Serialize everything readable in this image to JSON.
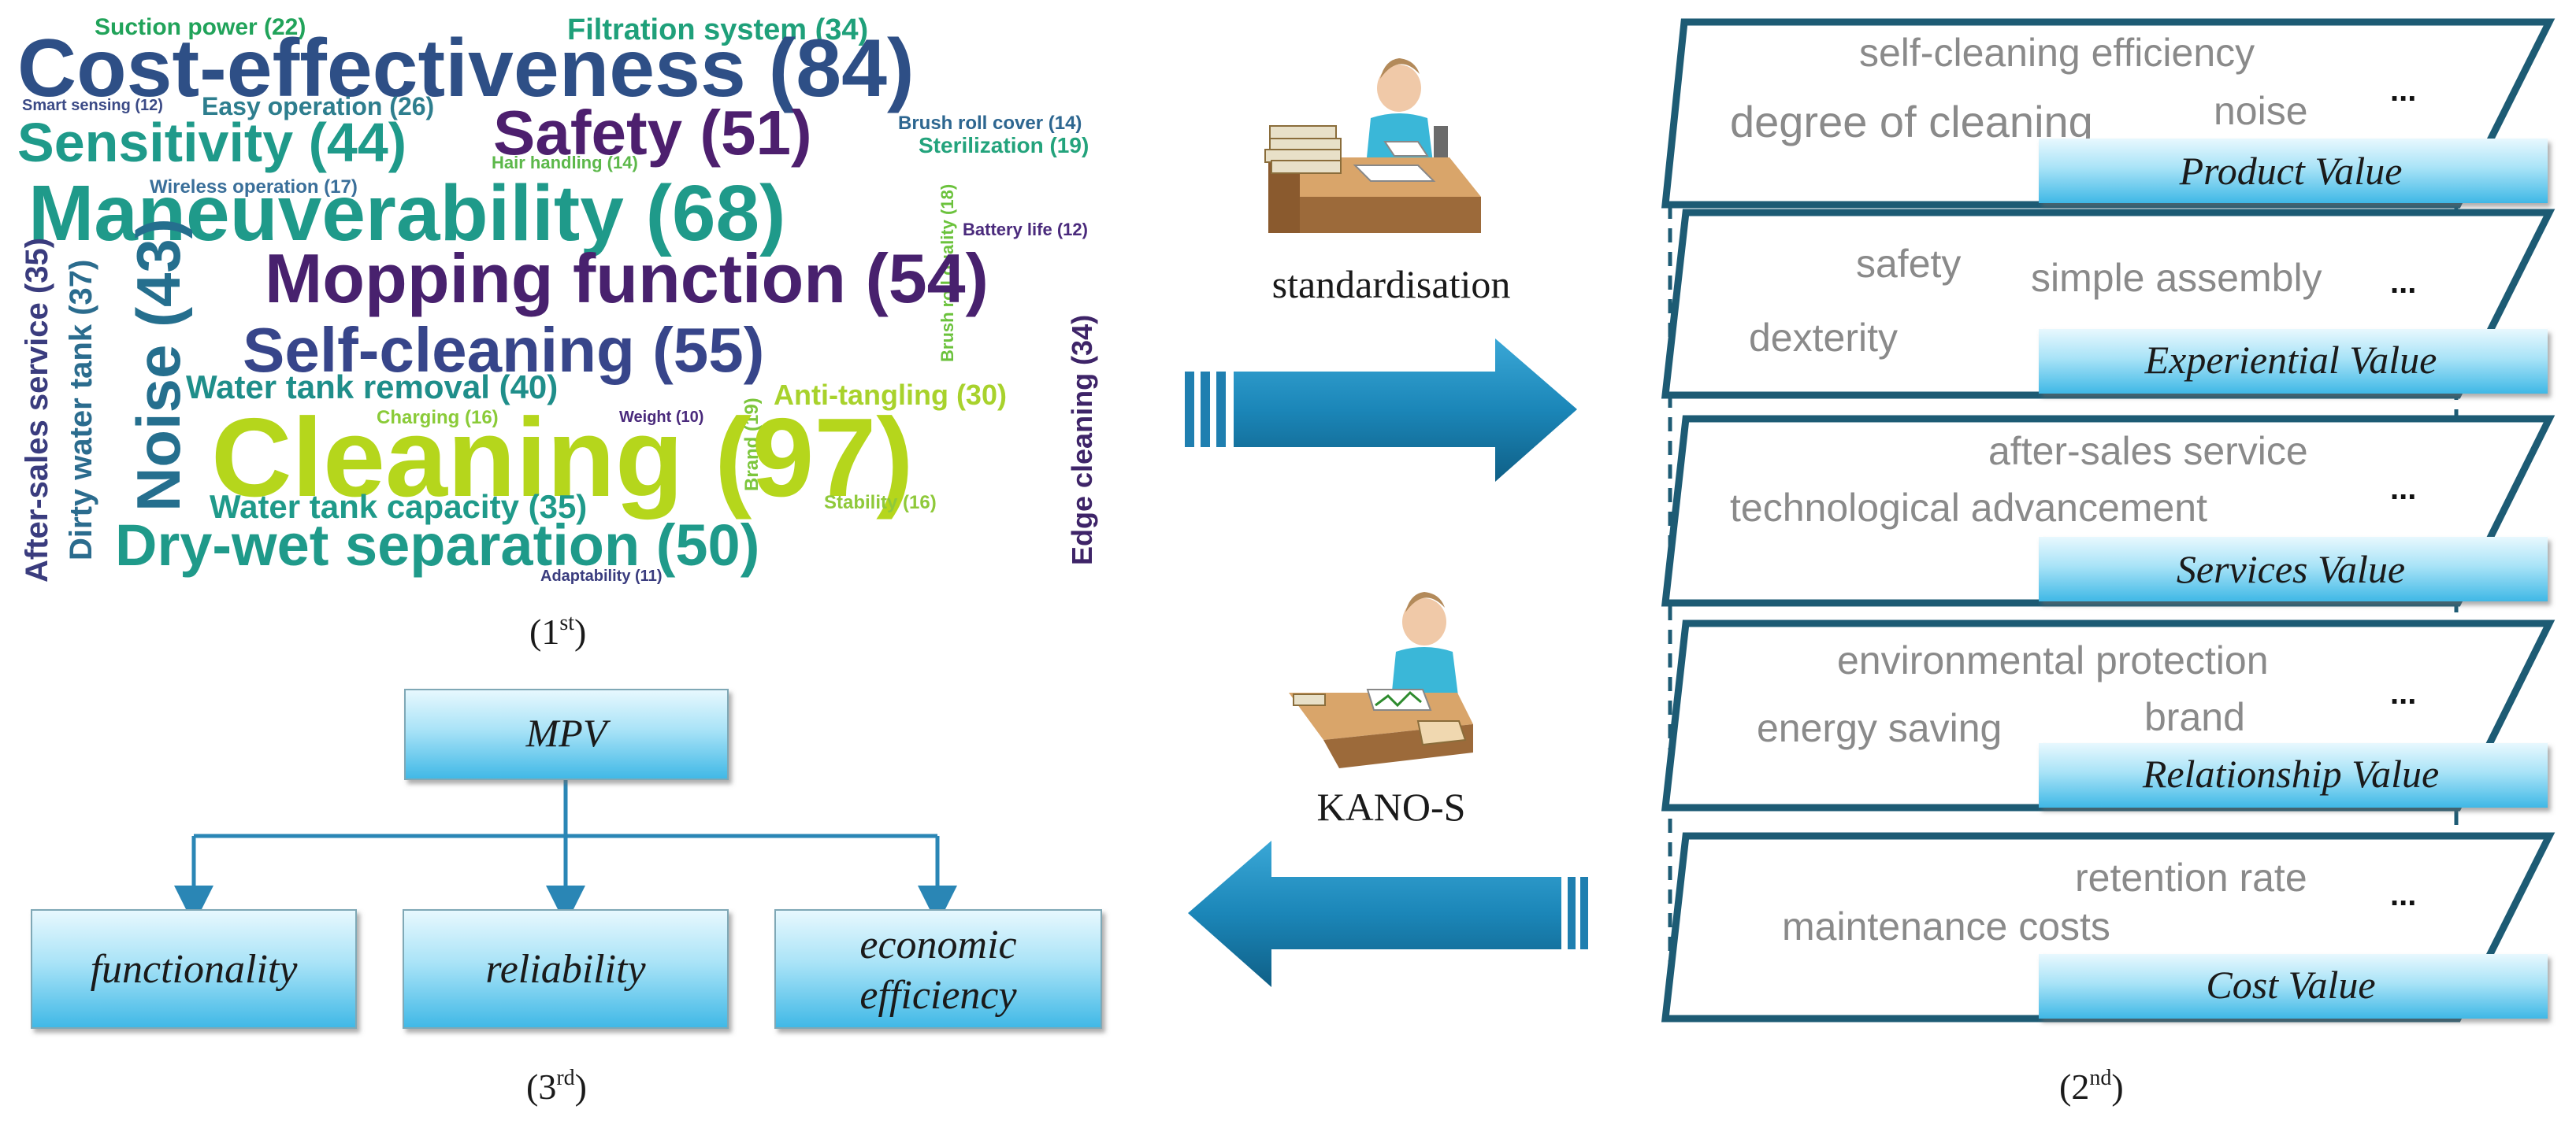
{
  "panel_labels": {
    "first": "1",
    "first_sup": "st",
    "second": "2",
    "second_sup": "nd",
    "third": "3",
    "third_sup": "rd"
  },
  "word_cloud": [
    {
      "text": "Suction power (22)",
      "color": "#21a35a"
    },
    {
      "text": "Filtration system (34)",
      "color": "#1fa07a"
    },
    {
      "text": "Cost-effectiveness (84)",
      "color": "#2e4f86"
    },
    {
      "text": "Smart sensing (12)",
      "color": "#3b4a86"
    },
    {
      "text": "Easy operation (26)",
      "color": "#2e7e8e"
    },
    {
      "text": "Sensitivity (44)",
      "color": "#1f9a8a"
    },
    {
      "text": "Safety (51)",
      "color": "#4d1f6e"
    },
    {
      "text": "Brush roll cover (14)",
      "color": "#2d6690"
    },
    {
      "text": "Hair handling (14)",
      "color": "#5cb84a"
    },
    {
      "text": "Sterilization (19)",
      "color": "#23a37c"
    },
    {
      "text": "Wireless operation (17)",
      "color": "#3a6f9a"
    },
    {
      "text": "Maneuverability (68)",
      "color": "#1f9a8a"
    },
    {
      "text": "Battery life (12)",
      "color": "#4a2a7c"
    },
    {
      "text": "Brush roll quality (18)",
      "color": "#6bc23c"
    },
    {
      "text": "After-sales service (35)",
      "color": "#3a3c7e"
    },
    {
      "text": "Dirty water tank (37)",
      "color": "#2b6c8e"
    },
    {
      "text": "Noise (43)",
      "color": "#256f8e"
    },
    {
      "text": "Mopping function (54)",
      "color": "#48216e"
    },
    {
      "text": "Self-cleaning (55)",
      "color": "#37458a"
    },
    {
      "text": "Edge cleaning (34)",
      "color": "#3e2468"
    },
    {
      "text": "Water tank removal (40)",
      "color": "#1f8e8a"
    },
    {
      "text": "Anti-tangling (30)",
      "color": "#a8d22c"
    },
    {
      "text": "Charging (16)",
      "color": "#8acb38"
    },
    {
      "text": "Weight (10)",
      "color": "#4a2a7c"
    },
    {
      "text": "Brand (19)",
      "color": "#7cc63c"
    },
    {
      "text": "Cleaning (97)",
      "color": "#b5d61c"
    },
    {
      "text": "Water tank capacity (35)",
      "color": "#1f9a8a"
    },
    {
      "text": "Stability (16)",
      "color": "#8fc93a"
    },
    {
      "text": "Dry-wet separation (50)",
      "color": "#1f9a8a"
    },
    {
      "text": "Adaptability (11)",
      "color": "#3a3c7e"
    }
  ],
  "process": {
    "forward": "standardisation",
    "backward": "KANO-S"
  },
  "layers": [
    {
      "title": "Product Value",
      "attributes": [
        "self-cleaning efficiency",
        "degree of cleaning",
        "noise"
      ],
      "more": "..."
    },
    {
      "title": "Experiential Value",
      "attributes": [
        "safety",
        "simple assembly",
        "dexterity"
      ],
      "more": "..."
    },
    {
      "title": "Services Value",
      "attributes": [
        "after-sales service",
        "technological advancement"
      ],
      "more": "..."
    },
    {
      "title": "Relationship Value",
      "attributes": [
        "environmental protection",
        "brand",
        "energy saving"
      ],
      "more": "..."
    },
    {
      "title": "Cost Value",
      "attributes": [
        "retention rate",
        "maintenance costs"
      ],
      "more": "..."
    }
  ],
  "tree": {
    "root": "MPV",
    "children": [
      "functionality",
      "reliability",
      "economic efficiency"
    ]
  },
  "colors": {
    "accent": "#1f6f90",
    "box_top": "#e4f7fd",
    "box_bottom": "#5cc8ee",
    "frame": "#1d5b74"
  }
}
